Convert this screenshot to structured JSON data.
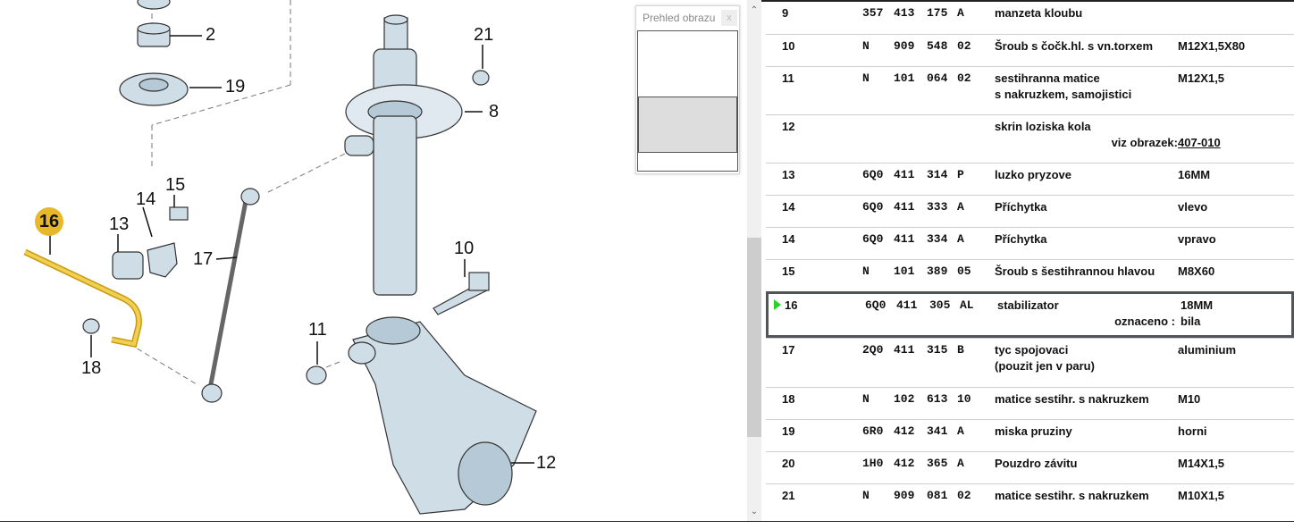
{
  "diagram": {
    "callouts": [
      "2",
      "19",
      "21",
      "8",
      "16",
      "13",
      "14",
      "15",
      "17",
      "10",
      "11",
      "18",
      "12"
    ],
    "highlight_color": "#e8b82a"
  },
  "overview": {
    "title": "Prehled obrazu",
    "close_label": "x"
  },
  "scrollbar": {
    "up_icon": "chevron-up",
    "down_icon": "chevron-down"
  },
  "parts": [
    {
      "pos": "9",
      "prefix": "357",
      "n1": "413",
      "n2": "175",
      "n3": "A",
      "desc": "manzeta kloubu",
      "desc2": "",
      "extra": ""
    },
    {
      "pos": "10",
      "prefix": "N",
      "n1": "909",
      "n2": "548",
      "n3": "02",
      "desc": "Šroub s čočk.hl. s vn.torxem",
      "desc2": "",
      "extra": "M12X1,5X80"
    },
    {
      "pos": "11",
      "prefix": "N",
      "n1": "101",
      "n2": "064",
      "n3": "02",
      "desc": "sestihranna matice",
      "desc2": "s nakruzkem, samojistici",
      "extra": "M12X1,5"
    },
    {
      "pos": "12",
      "prefix": "",
      "n1": "",
      "n2": "",
      "n3": "",
      "desc": "skrin loziska kola",
      "desc2": "",
      "extra": "",
      "note_label": "viz obrazek:",
      "note_value": "407-010"
    },
    {
      "pos": "13",
      "prefix": "6Q0",
      "n1": "411",
      "n2": "314",
      "n3": "P",
      "desc": "luzko pryzove",
      "desc2": "",
      "extra": "16MM"
    },
    {
      "pos": "14",
      "prefix": "6Q0",
      "n1": "411",
      "n2": "333",
      "n3": "A",
      "desc": "Příchytka",
      "desc2": "",
      "extra": "vlevo"
    },
    {
      "pos": "14",
      "prefix": "6Q0",
      "n1": "411",
      "n2": "334",
      "n3": "A",
      "desc": "Příchytka",
      "desc2": "",
      "extra": "vpravo"
    },
    {
      "pos": "15",
      "prefix": "N",
      "n1": "101",
      "n2": "389",
      "n3": "05",
      "desc": "Šroub s šestihrannou hlavou",
      "desc2": "",
      "extra": "M8X60"
    },
    {
      "pos": "16",
      "prefix": "6Q0",
      "n1": "411",
      "n2": "305",
      "n3": "AL",
      "desc": "stabilizator",
      "desc2": "",
      "extra": "18MM",
      "note_label": "oznaceno :",
      "note_value": "bila",
      "selected": true
    },
    {
      "pos": "17",
      "prefix": "2Q0",
      "n1": "411",
      "n2": "315",
      "n3": "B",
      "desc": "tyc spojovaci",
      "desc2": "(pouzit jen v paru)",
      "extra": "aluminium"
    },
    {
      "pos": "18",
      "prefix": "N",
      "n1": "102",
      "n2": "613",
      "n3": "10",
      "desc": "matice sestihr. s nakruzkem",
      "desc2": "",
      "extra": "M10"
    },
    {
      "pos": "19",
      "prefix": "6R0",
      "n1": "412",
      "n2": "341",
      "n3": "A",
      "desc": "miska pruziny",
      "desc2": "",
      "extra": "horni"
    },
    {
      "pos": "20",
      "prefix": "1H0",
      "n1": "412",
      "n2": "365",
      "n3": "A",
      "desc": "Pouzdro závitu",
      "desc2": "",
      "extra": "M14X1,5"
    },
    {
      "pos": "21",
      "prefix": "N",
      "n1": "909",
      "n2": "081",
      "n3": "02",
      "desc": "matice sestihr. s nakruzkem",
      "desc2": "",
      "extra": "M10X1,5"
    }
  ]
}
